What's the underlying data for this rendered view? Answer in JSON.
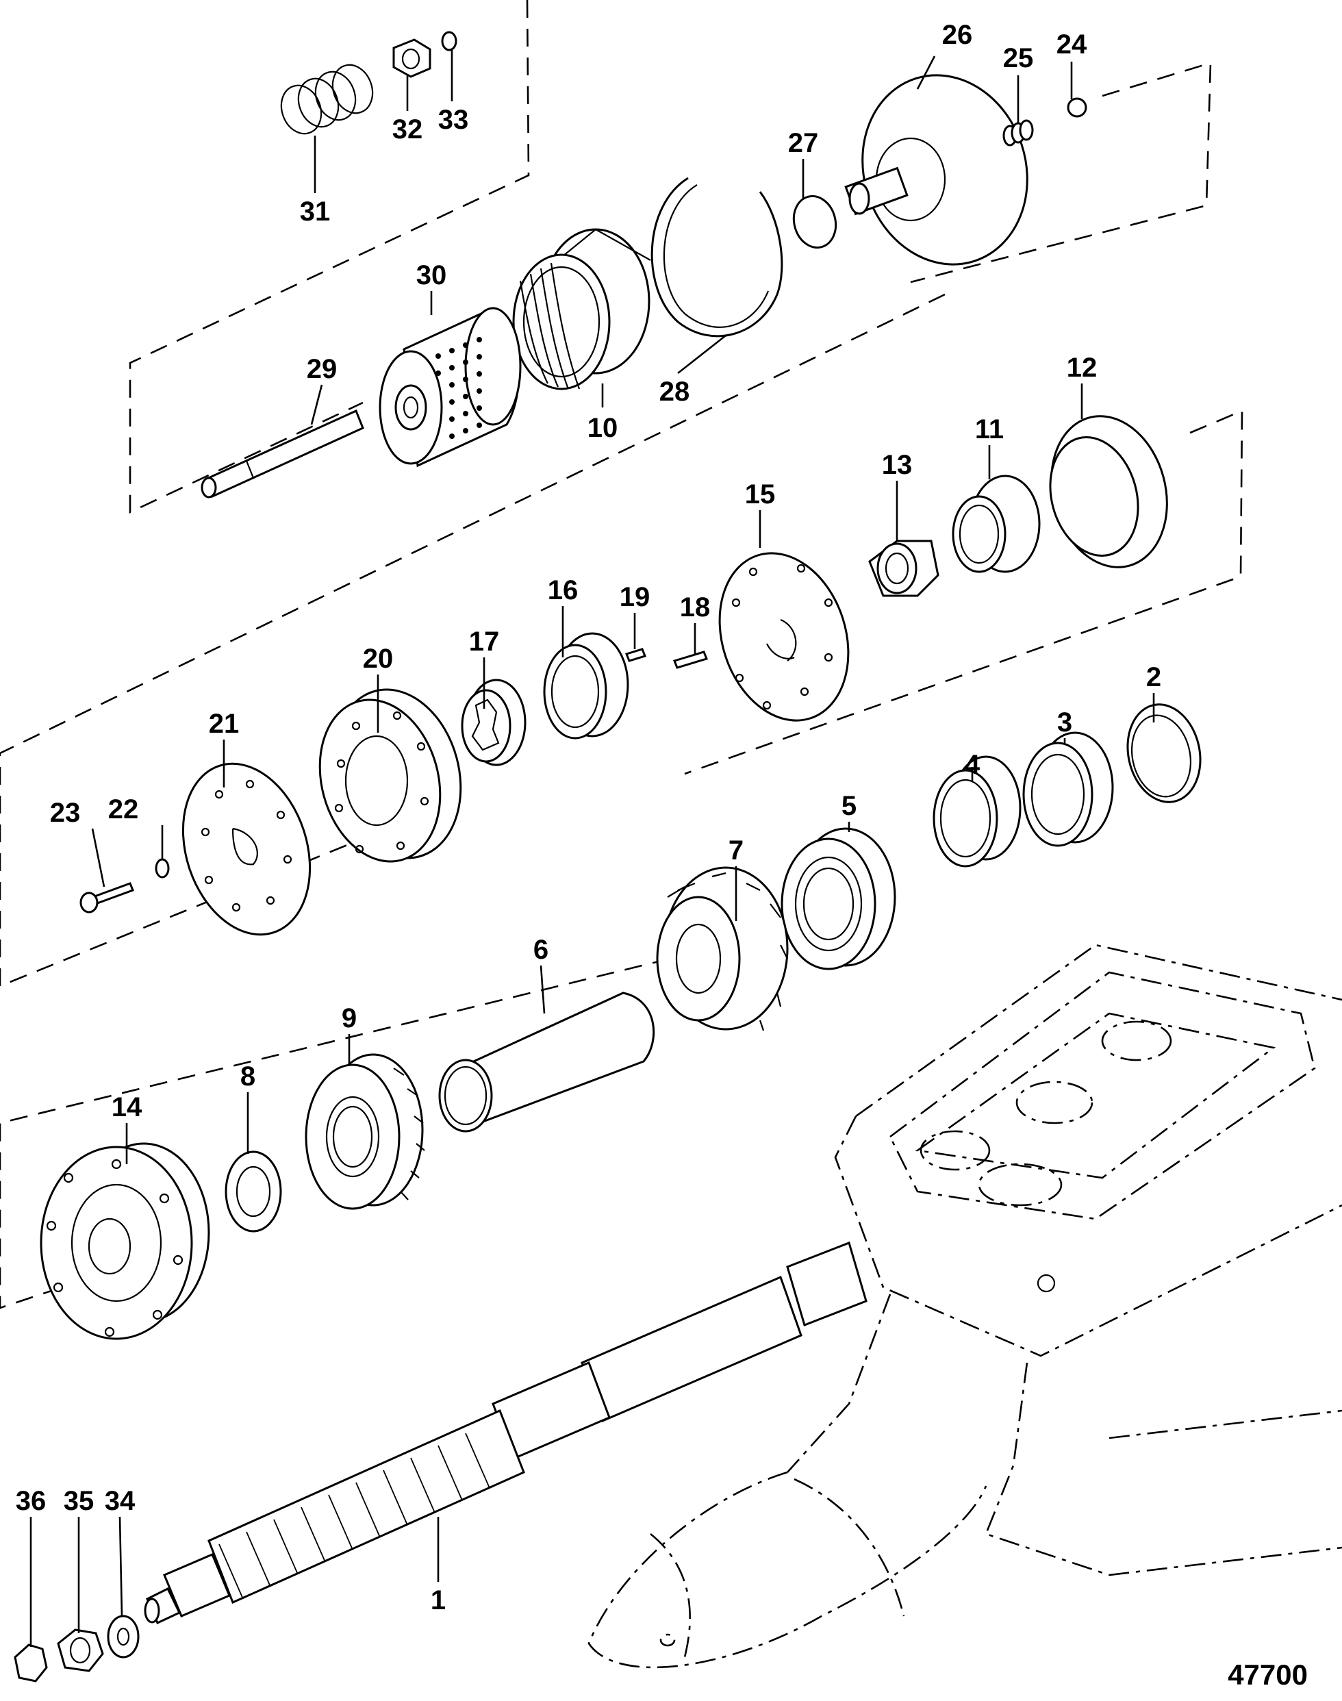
{
  "figure_number": "47700",
  "callouts": [
    "1",
    "2",
    "3",
    "4",
    "5",
    "6",
    "7",
    "8",
    "9",
    "10",
    "11",
    "12",
    "13",
    "14",
    "15",
    "16",
    "17",
    "18",
    "19",
    "20",
    "21",
    "22",
    "23",
    "24",
    "25",
    "26",
    "27",
    "28",
    "29",
    "30",
    "31",
    "32",
    "33",
    "34",
    "35",
    "36"
  ],
  "part_icons": {
    "1": "drive-shaft-icon",
    "2": "seal-icon",
    "3": "seal-icon",
    "4": "sleeve-icon",
    "5": "bearing-icon",
    "6": "tube-icon",
    "7": "bevel-gear-icon",
    "8": "washer-icon",
    "9": "gear-icon",
    "10": "knurled-sleeve-icon",
    "11": "cup-icon",
    "12": "ring-icon",
    "13": "nut-icon",
    "14": "housing-icon",
    "15": "plate-icon",
    "16": "sleeve-icon",
    "17": "rotor-icon",
    "18": "pin-icon",
    "19": "pin-icon",
    "20": "ring-plate-icon",
    "21": "plate-icon",
    "22": "washer-icon",
    "23": "screw-icon",
    "24": "ball-icon",
    "25": "spring-icon",
    "26": "cover-icon",
    "27": "o-ring-icon",
    "28": "retaining-ring-icon",
    "29": "shaft-icon",
    "30": "filter-icon",
    "31": "spring-icon",
    "32": "nut-icon",
    "33": "o-ring-icon",
    "34": "washer-icon",
    "35": "nut-icon",
    "36": "nut-icon"
  }
}
